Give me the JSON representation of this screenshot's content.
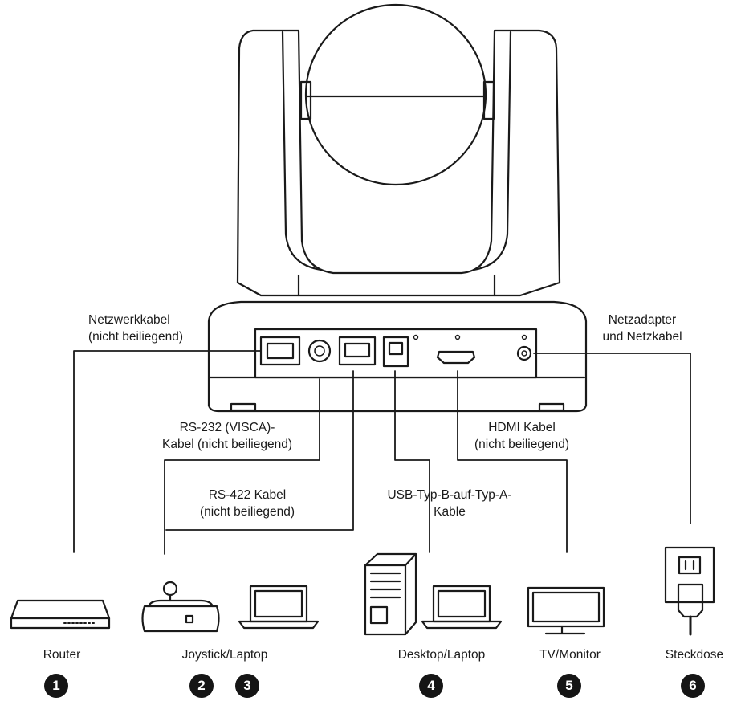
{
  "labels": {
    "network_cable": [
      "Netzwerkkabel",
      "(nicht beiliegend)"
    ],
    "power_adapter": [
      "Netzadapter",
      "und Netzkabel"
    ],
    "rs232_cable": [
      "RS-232 (VISCA)-",
      "Kabel (nicht beiliegend)"
    ],
    "rs422_cable": [
      "RS-422 Kabel",
      "(nicht beiliegend)"
    ],
    "hdmi_cable": [
      "HDMI Kabel",
      "(nicht beiliegend)"
    ],
    "usb_cable": [
      "USB-Typ-B-auf-Typ-A-",
      "Kable"
    ]
  },
  "devices": [
    {
      "label": "Router",
      "number": "1"
    },
    {
      "label": "Joystick/Laptop",
      "numbers": [
        "2",
        "3"
      ]
    },
    {
      "label": "Desktop/Laptop",
      "number": "4"
    },
    {
      "label": "TV/Monitor",
      "number": "5"
    },
    {
      "label": "Steckdose",
      "number": "6"
    }
  ]
}
